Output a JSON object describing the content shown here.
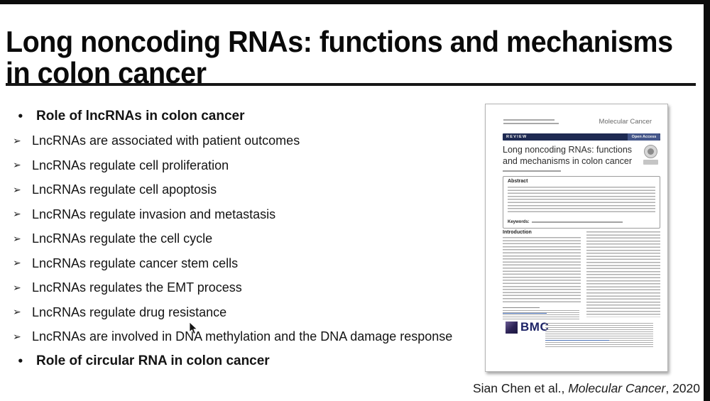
{
  "slide": {
    "title_lines": [
      "Long noncoding RNAs: functions and mechanisms",
      "in colon cancer"
    ],
    "bullets": [
      {
        "marker": "•",
        "text": "Role of lncRNAs in colon cancer"
      },
      {
        "marker": "➢",
        "text": "LncRNAs are associated with patient outcomes"
      },
      {
        "marker": "➢",
        "text": "LncRNAs regulate cell proliferation"
      },
      {
        "marker": "➢",
        "text": "LncRNAs regulate cell apoptosis"
      },
      {
        "marker": "➢",
        "text": "LncRNAs regulate invasion and metastasis"
      },
      {
        "marker": "➢",
        "text": "LncRNAs regulate the cell cycle"
      },
      {
        "marker": "➢",
        "text": "LncRNAs regulate cancer stem cells"
      },
      {
        "marker": "➢",
        "text": "LncRNAs regulates the EMT process"
      },
      {
        "marker": "➢",
        "text": "LncRNAs regulate drug resistance"
      },
      {
        "marker": "➢",
        "text": "LncRNAs are involved in DNA methylation and the DNA damage response"
      },
      {
        "marker": "•",
        "text": "Role of circular RNA in colon cancer"
      }
    ],
    "citation": {
      "authors": "Sian Chen et al., ",
      "journal": "Molecular Cancer",
      "year": ", 2020"
    }
  },
  "paper_thumbnail": {
    "journal_name": "Molecular Cancer",
    "review_label": "REVIEW",
    "open_access_label": "Open Access",
    "title": "Long noncoding RNAs: functions and mechanisms in colon cancer",
    "abstract_label": "Abstract",
    "keywords_label": "Keywords:",
    "introduction_label": "Introduction",
    "publisher": "BMC"
  },
  "colors": {
    "navy_bar": "#1e2a52",
    "open_access_bg": "#44568a",
    "bmc_navy": "#1d2366",
    "link_blue": "#4a72b8",
    "letterbox": "#0c0c0c"
  }
}
